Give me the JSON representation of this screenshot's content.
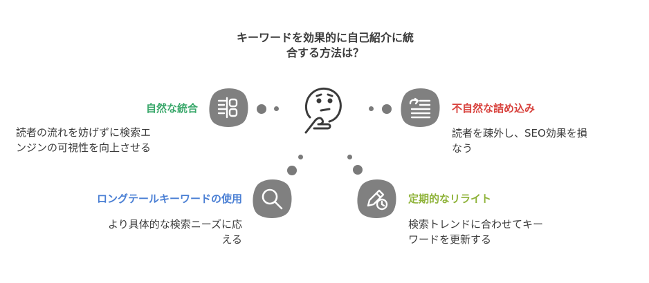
{
  "title": {
    "line1": "キーワードを効果的に自己紹介に統",
    "line2": "合する方法は？"
  },
  "items": [
    {
      "heading": "自然な統合",
      "color": "#3aa86b",
      "desc": [
        "読者の流れを妨げずに検索エ",
        "ンジンの可視性を向上させる"
      ],
      "icon": "fingerprint-icon"
    },
    {
      "heading": "不自然な詰め込み",
      "color": "#d8423d",
      "desc": [
        "読者を疎外し、SEO効果を損",
        "なう"
      ],
      "icon": "stuffing-list-icon"
    },
    {
      "heading": "ロングテールキーワードの使用",
      "color": "#4a7fd4",
      "desc": [
        "より具体的な検索ニーズに応",
        "える"
      ],
      "icon": "magnifier-icon"
    },
    {
      "heading": "定期的なリライト",
      "color": "#8fb33a",
      "desc": [
        "検索トレンドに合わせてキー",
        "ワードを更新する"
      ],
      "icon": "edit-clock-icon"
    }
  ],
  "colors": {
    "blob": "#808080",
    "dot": "#7a7a7a",
    "text": "#3b3b3b"
  },
  "center_icon": "thinking-face-icon"
}
